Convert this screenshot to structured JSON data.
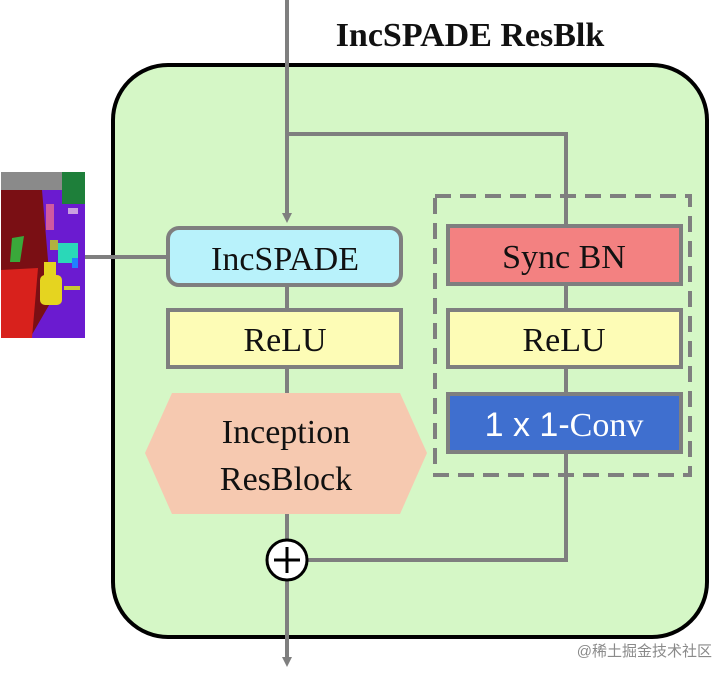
{
  "title": "IncSPADE ResBlk",
  "blocks": {
    "incspade": "IncSPADE",
    "relu_main": "ReLU",
    "inception_line1": "Inception",
    "inception_line2": "ResBlock",
    "sync_bn": "Sync BN",
    "relu_shortcut": "ReLU",
    "conv_prefix": "1 x 1-",
    "conv_suffix": "Conv"
  },
  "sum_symbol": "+",
  "watermark": "@稀土掘金技术社区",
  "colors": {
    "panel_fill": "#d5f7c6",
    "incspade_fill": "#b8f2fb",
    "relu_fill": "#fdfcb6",
    "inception_fill": "#f6c9b0",
    "sync_bn_fill": "#f38181",
    "conv_fill": "#3f6fcf",
    "line": "#7f7f7f"
  },
  "icons": [
    "segmentation-map-thumbnail",
    "add-circle-icon",
    "arrow-down-icon"
  ]
}
